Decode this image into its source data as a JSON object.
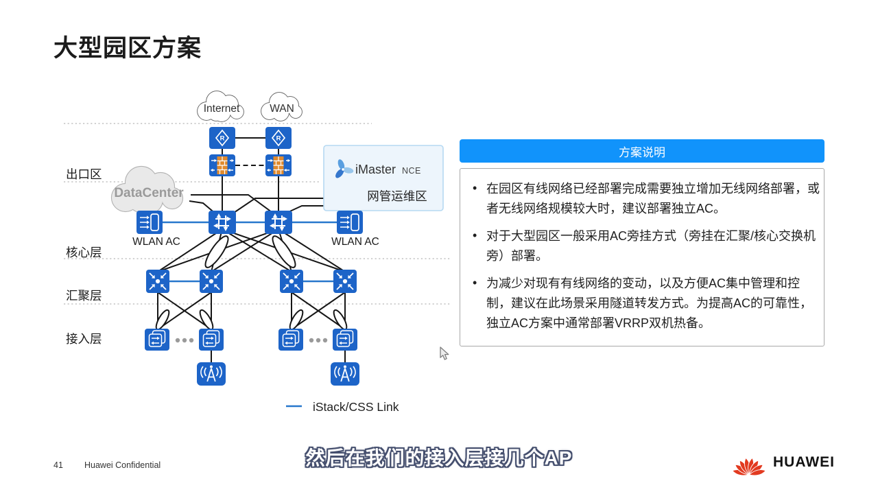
{
  "slide": {
    "title": "大型园区方案",
    "page_number": "41",
    "footer_text": "Huawei Confidential",
    "logo_text": "HUAWEI",
    "caption": "然后在我们的接入层接几个AP"
  },
  "diagram": {
    "clouds": {
      "internet": "Internet",
      "wan": "WAN",
      "datacenter": "DataCenter"
    },
    "zones": {
      "egress": "出口区",
      "core": "核心层",
      "aggregation": "汇聚层",
      "access": "接入层"
    },
    "nms": {
      "product": "iMaster",
      "suffix": "NCE",
      "zone": "网管运维区"
    },
    "wlan_ac_label": "WLAN AC",
    "legend_label": "iStack/CSS Link",
    "icon_glyphs": {
      "router": "R"
    }
  },
  "panel": {
    "header": "方案说明",
    "bullet_char": "•",
    "bullets": [
      "在园区有线网络已经部署完成需要独立增加无线网络部署，或者无线网络规模较大时，建议部署独立AC。",
      "对于大型园区一般采用AC旁挂方式（旁挂在汇聚/核心交换机旁）部署。",
      "为减少对现有有线网络的变动，以及方便AC集中管理和控制，建议在此场景采用隧道转发方式。为提高AC的可靠性，独立AC方案中通常部署VRRP双机热备。"
    ]
  },
  "colors": {
    "device_blue": "#1d64c8",
    "istack_link_blue": "#2777cc",
    "header_blue": "#1193fb",
    "firewall_orange": "#e08a2e",
    "huawei_red": "#e23a20",
    "caption_outline": "#454f6e"
  }
}
